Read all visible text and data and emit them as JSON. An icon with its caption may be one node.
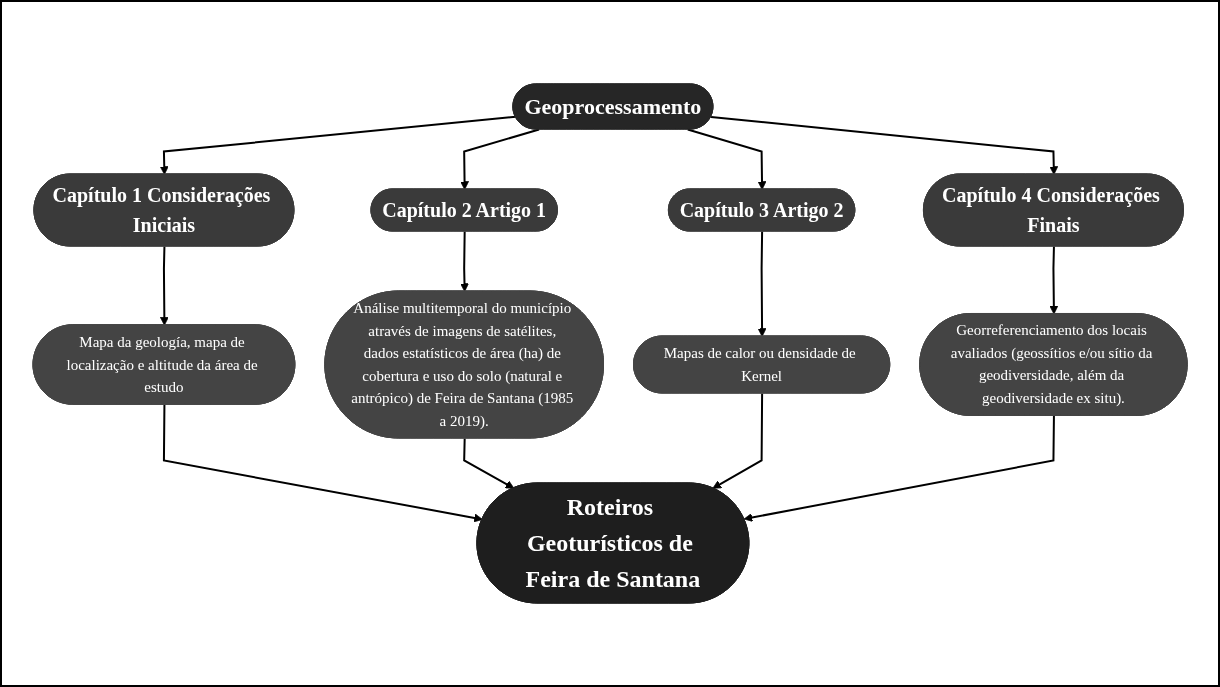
{
  "diagram": {
    "nodes": [
      {
        "text": [
          "Geoprocessamento"
        ]
      },
      {
        "text": [
          "Capítulo 1 Considerações Iniciais"
        ]
      },
      {
        "text": [
          "Capítulo 2 Artigo 1"
        ]
      },
      {
        "text": [
          "Capítulo 3 Artigo 2"
        ]
      },
      {
        "text": [
          "Capítulo 4 Considerações Finais"
        ]
      },
      {
        "text": [
          "Mapa da geología, mapa de localização e altitude da área de estudo"
        ]
      },
      {
        "text": [
          "Análise multitemporal do município através de imagens de satélites, dados estatísticos de área (ha) de cobertura e uso do solo (natural e antrópico) de Feira de Santana (1985 a 2019)."
        ]
      },
      {
        "text": [
          "Mapas de calor ou densidade de Kernel"
        ]
      },
      {
        "text": [
          "Georreferenciamento dos locais avaliados (geossítios e/ou sítio da geodiversidade, além da geodiversidade ex situ)."
        ]
      },
      {
        "text": [
          "Roteiros Geoturísticos de Feira de Santana"
        ]
      }
    ],
    "edges": [
      {
        "from": 0,
        "to": 1,
        "arrow": "to"
      },
      {
        "from": 0,
        "to": 2,
        "arrow": "to"
      },
      {
        "from": 0,
        "to": 3,
        "arrow": "to"
      },
      {
        "from": 0,
        "to": 4,
        "arrow": "to"
      },
      {
        "from": 1,
        "to": 5,
        "arrow": "to"
      },
      {
        "from": 2,
        "to": 6,
        "arrow": "to"
      },
      {
        "from": 3,
        "to": 7,
        "arrow": "to"
      },
      {
        "from": 4,
        "to": 8,
        "arrow": "to"
      },
      {
        "from": 5,
        "to": 9,
        "arrow": "to"
      },
      {
        "from": 6,
        "to": 9,
        "arrow": "to"
      },
      {
        "from": 7,
        "to": 9,
        "arrow": "to"
      },
      {
        "from": 8,
        "to": 9,
        "arrow": "to"
      }
    ]
  }
}
